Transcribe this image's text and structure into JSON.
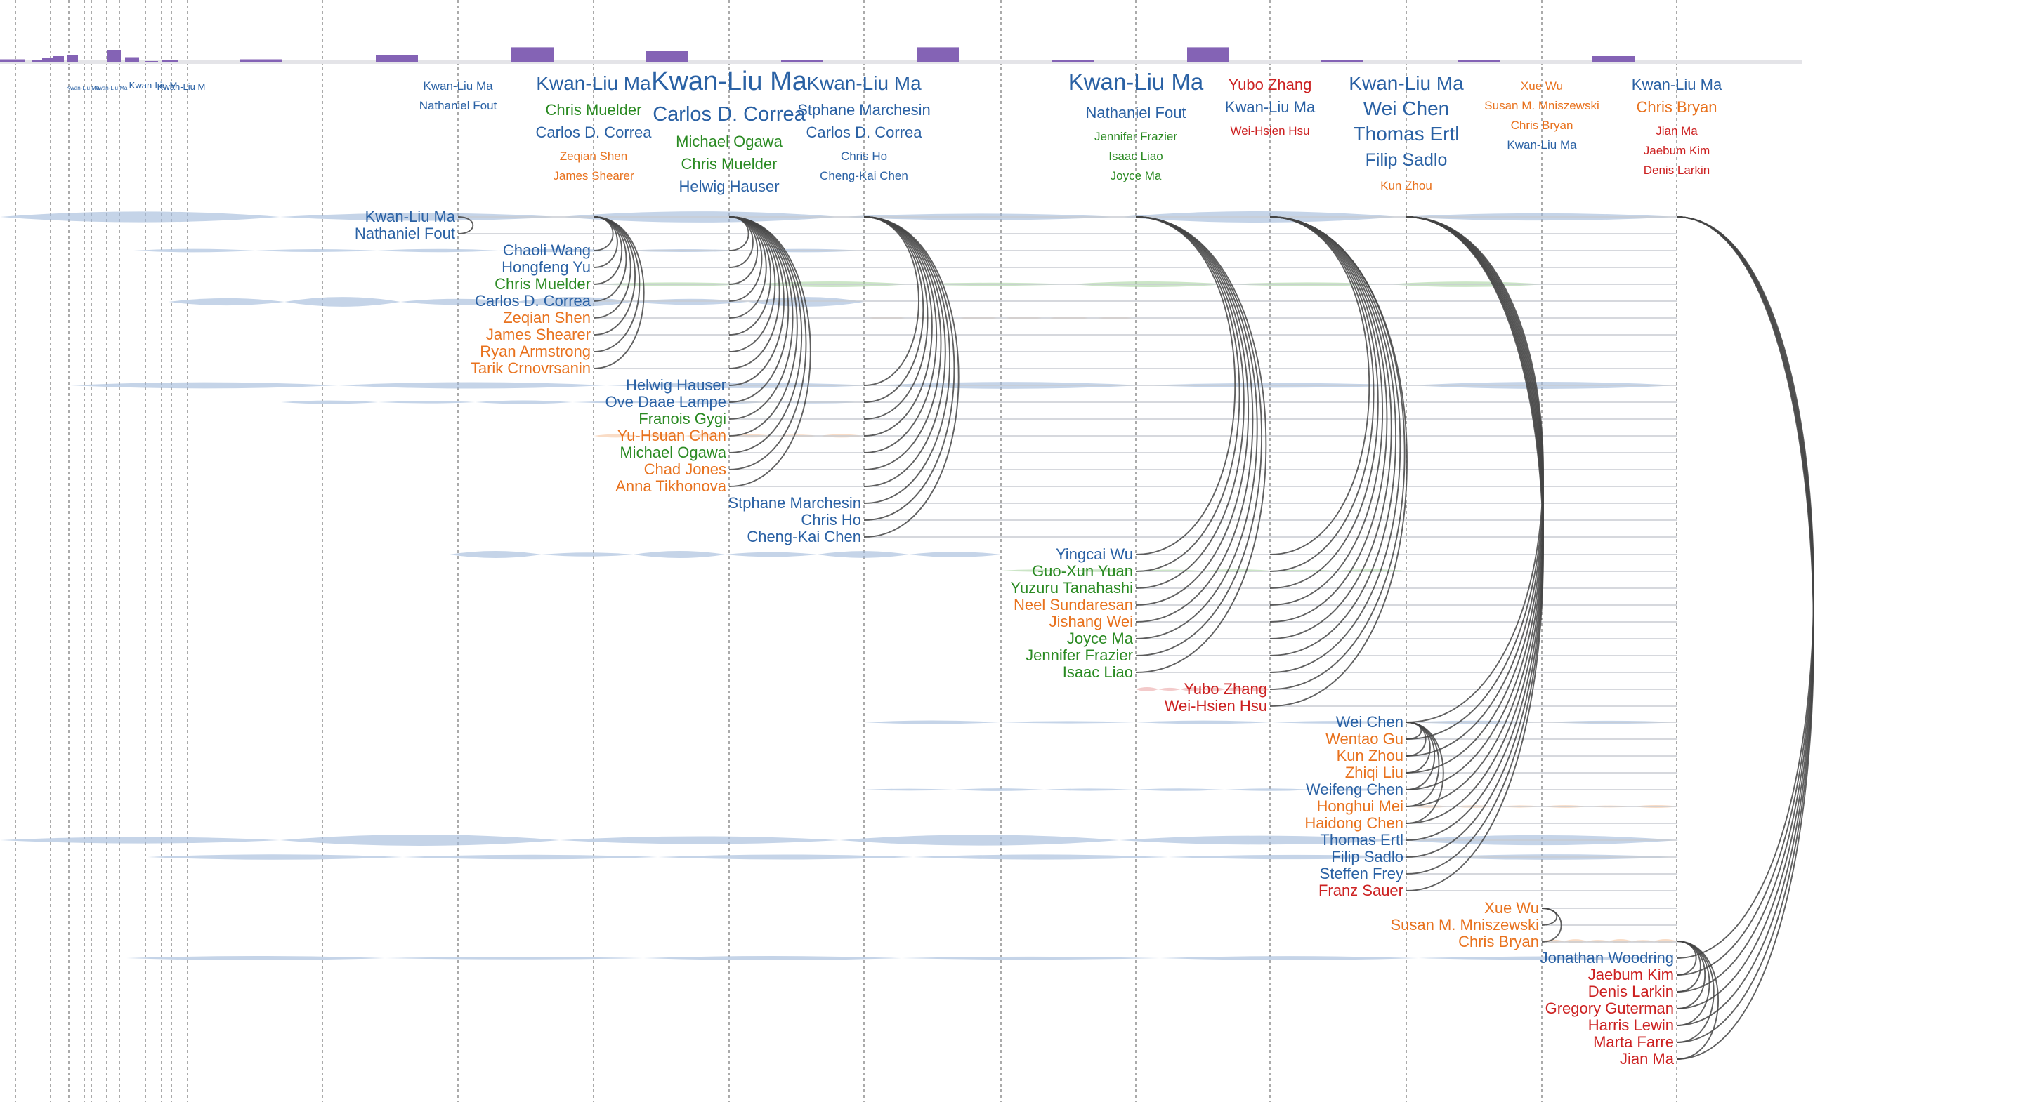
{
  "colors": {
    "blue": "#2a61a4",
    "green": "#2a8a22",
    "orange": "#e8721e",
    "red": "#cc2121",
    "bar": "#8463b5",
    "flow_blue": "#9eb8d8",
    "flow_green": "#a9d3a0",
    "flow_orange": "#f5c4a0",
    "flow_red": "#eba6a6",
    "arc": "#444444"
  },
  "tiny_headers": [
    "Kwan-Liu M",
    "Kwan-Liu Ma",
    "Kwan-Liu Ma",
    "Kwan-Liu M"
  ],
  "columns": [
    {
      "names": [
        {
          "text": "Kwan-Liu Ma",
          "color": "blue",
          "size": 0.9
        },
        {
          "text": "Nathaniel Fout",
          "color": "blue",
          "size": 0.9
        }
      ]
    },
    {
      "names": [
        {
          "text": "Kwan-Liu Ma",
          "color": "blue",
          "size": 1.45
        },
        {
          "text": "Chris Muelder",
          "color": "green",
          "size": 1.15
        },
        {
          "text": "Carlos D. Correa",
          "color": "blue",
          "size": 1.15
        },
        {
          "text": "Zeqian Shen",
          "color": "orange",
          "size": 0.9
        },
        {
          "text": "James Shearer",
          "color": "orange",
          "size": 0.9
        }
      ]
    },
    {
      "names": [
        {
          "text": "Kwan-Liu Ma",
          "color": "blue",
          "size": 2.0
        },
        {
          "text": "Carlos D. Correa",
          "color": "blue",
          "size": 1.5
        },
        {
          "text": "Michael Ogawa",
          "color": "green",
          "size": 1.15
        },
        {
          "text": "Chris Muelder",
          "color": "green",
          "size": 1.15
        },
        {
          "text": "Helwig Hauser",
          "color": "blue",
          "size": 1.15
        }
      ]
    },
    {
      "names": [
        {
          "text": "Kwan-Liu Ma",
          "color": "blue",
          "size": 1.45
        },
        {
          "text": "Stphane Marchesin",
          "color": "blue",
          "size": 1.15
        },
        {
          "text": "Carlos D. Correa",
          "color": "blue",
          "size": 1.15
        },
        {
          "text": "Chris Ho",
          "color": "blue",
          "size": 0.9
        },
        {
          "text": "Cheng-Kai Chen",
          "color": "blue",
          "size": 0.9
        }
      ]
    },
    {
      "names": [
        {
          "text": "Kwan-Liu Ma",
          "color": "blue",
          "size": 1.75
        },
        {
          "text": "Nathaniel Fout",
          "color": "blue",
          "size": 1.15
        },
        {
          "text": "Jennifer Frazier",
          "color": "green",
          "size": 0.9
        },
        {
          "text": "Isaac Liao",
          "color": "green",
          "size": 0.9
        },
        {
          "text": "Joyce Ma",
          "color": "green",
          "size": 0.9
        }
      ]
    },
    {
      "names": [
        {
          "text": "Yubo Zhang",
          "color": "red",
          "size": 1.15
        },
        {
          "text": "Kwan-Liu Ma",
          "color": "blue",
          "size": 1.15
        },
        {
          "text": "Wei-Hsien Hsu",
          "color": "red",
          "size": 0.9
        }
      ]
    },
    {
      "names": [
        {
          "text": "Kwan-Liu Ma",
          "color": "blue",
          "size": 1.45
        },
        {
          "text": "Wei Chen",
          "color": "blue",
          "size": 1.45
        },
        {
          "text": "Thomas Ertl",
          "color": "blue",
          "size": 1.45
        },
        {
          "text": "Filip Sadlo",
          "color": "blue",
          "size": 1.3
        },
        {
          "text": "Kun Zhou",
          "color": "orange",
          "size": 0.9
        }
      ]
    },
    {
      "names": [
        {
          "text": "Xue Wu",
          "color": "orange",
          "size": 0.9
        },
        {
          "text": "Susan M. Mniszewski",
          "color": "orange",
          "size": 0.9
        },
        {
          "text": "Chris Bryan",
          "color": "orange",
          "size": 0.9
        },
        {
          "text": "Kwan-Liu Ma",
          "color": "blue",
          "size": 0.9
        }
      ]
    },
    {
      "names": [
        {
          "text": "Kwan-Liu Ma",
          "color": "blue",
          "size": 1.15
        },
        {
          "text": "Chris Bryan",
          "color": "orange",
          "size": 1.15
        },
        {
          "text": "Jian Ma",
          "color": "red",
          "size": 0.9
        },
        {
          "text": "Jaebum Kim",
          "color": "red",
          "size": 0.9
        },
        {
          "text": "Denis Larkin",
          "color": "red",
          "size": 0.9
        }
      ]
    }
  ],
  "bars": [
    0.15,
    0.1,
    0.2,
    0.3,
    0.35,
    0.6,
    0.25,
    0.05,
    0.1,
    0.15,
    0.35,
    0.72,
    0.55,
    0.1,
    0.72,
    0.1,
    0.72,
    0.1,
    0.1,
    0.3
  ],
  "groups": [
    {
      "rows": [
        {
          "name": "Kwan-Liu Ma",
          "color": "blue"
        },
        {
          "name": "Nathaniel Fout",
          "color": "blue"
        }
      ]
    },
    {
      "rows": [
        {
          "name": "Chaoli Wang",
          "color": "blue"
        },
        {
          "name": "Hongfeng Yu",
          "color": "blue"
        },
        {
          "name": "Chris Muelder",
          "color": "green"
        },
        {
          "name": "Carlos D. Correa",
          "color": "blue"
        },
        {
          "name": "Zeqian Shen",
          "color": "orange"
        },
        {
          "name": "James Shearer",
          "color": "orange"
        },
        {
          "name": "Ryan Armstrong",
          "color": "orange"
        },
        {
          "name": "Tarik Crnovrsanin",
          "color": "orange"
        }
      ]
    },
    {
      "rows": [
        {
          "name": "Helwig Hauser",
          "color": "blue"
        },
        {
          "name": "Ove Daae Lampe",
          "color": "blue"
        },
        {
          "name": "Franois Gygi",
          "color": "green"
        },
        {
          "name": "Yu-Hsuan Chan",
          "color": "orange"
        },
        {
          "name": "Michael Ogawa",
          "color": "green"
        },
        {
          "name": "Chad Jones",
          "color": "orange"
        },
        {
          "name": "Anna Tikhonova",
          "color": "orange"
        }
      ]
    },
    {
      "rows": [
        {
          "name": "Stphane Marchesin",
          "color": "blue"
        },
        {
          "name": "Chris Ho",
          "color": "blue"
        },
        {
          "name": "Cheng-Kai Chen",
          "color": "blue"
        }
      ]
    },
    {
      "rows": [
        {
          "name": "Yingcai Wu",
          "color": "blue"
        },
        {
          "name": "Guo-Xun Yuan",
          "color": "green"
        },
        {
          "name": "Yuzuru Tanahashi",
          "color": "green"
        },
        {
          "name": "Neel Sundaresan",
          "color": "orange"
        },
        {
          "name": "Jishang Wei",
          "color": "orange"
        },
        {
          "name": "Joyce Ma",
          "color": "green"
        },
        {
          "name": "Jennifer Frazier",
          "color": "green"
        },
        {
          "name": "Isaac Liao",
          "color": "green"
        }
      ]
    },
    {
      "rows": [
        {
          "name": "Yubo Zhang",
          "color": "red"
        },
        {
          "name": "Wei-Hsien Hsu",
          "color": "red"
        }
      ]
    },
    {
      "rows": [
        {
          "name": "Wei Chen",
          "color": "blue"
        },
        {
          "name": "Wentao Gu",
          "color": "orange"
        },
        {
          "name": "Kun Zhou",
          "color": "orange"
        },
        {
          "name": "Zhiqi Liu",
          "color": "orange"
        },
        {
          "name": "Weifeng Chen",
          "color": "blue"
        },
        {
          "name": "Honghui Mei",
          "color": "orange"
        },
        {
          "name": "Haidong Chen",
          "color": "orange"
        },
        {
          "name": "Thomas Ertl",
          "color": "blue"
        },
        {
          "name": "Filip Sadlo",
          "color": "blue"
        },
        {
          "name": "Steffen Frey",
          "color": "blue"
        },
        {
          "name": "Franz Sauer",
          "color": "red"
        }
      ]
    },
    {
      "rows": [
        {
          "name": "Xue Wu",
          "color": "orange"
        },
        {
          "name": "Susan M. Mniszewski",
          "color": "orange"
        },
        {
          "name": "Chris Bryan",
          "color": "orange"
        }
      ]
    },
    {
      "rows": [
        {
          "name": "Jonathan Woodring",
          "color": "blue"
        },
        {
          "name": "Jaebum Kim",
          "color": "red"
        },
        {
          "name": "Denis Larkin",
          "color": "red"
        },
        {
          "name": "Gregory Guterman",
          "color": "red"
        },
        {
          "name": "Harris Lewin",
          "color": "red"
        },
        {
          "name": "Marta Farre",
          "color": "red"
        },
        {
          "name": "Jian Ma",
          "color": "red"
        }
      ]
    }
  ]
}
